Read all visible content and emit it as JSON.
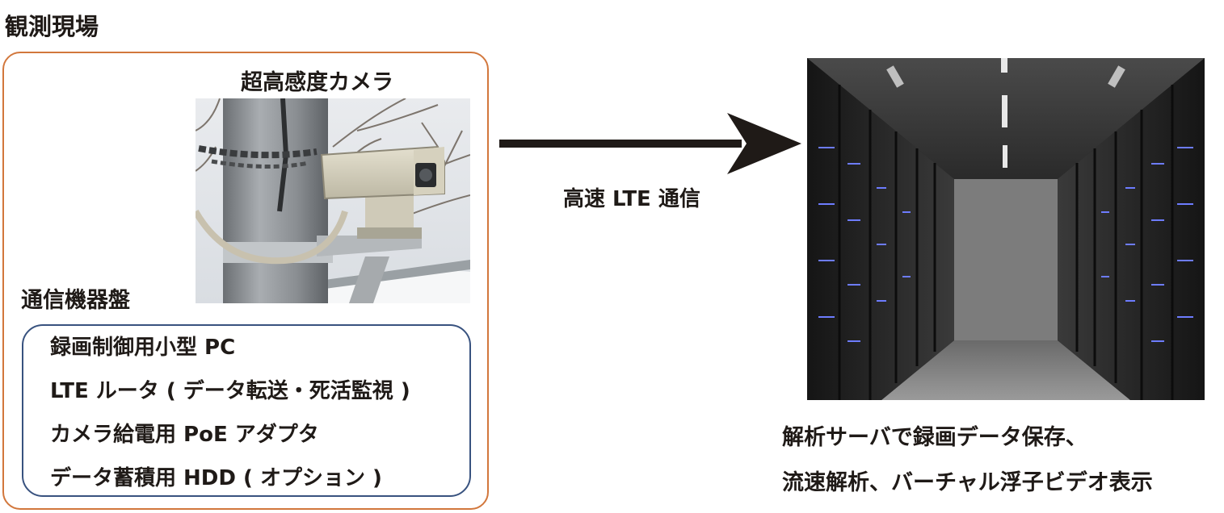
{
  "site": {
    "title": "観測現場",
    "camera_label": "超高感度カメラ",
    "camera_photo_icon": "pole-mounted-camera-photo",
    "panel_label": "通信機器盤",
    "equipment": [
      "録画制御用小型 PC",
      "LTE ルータ ( データ転送・死活監視 )",
      "カメラ給電用 PoE アダプタ",
      "データ蓄積用 HDD ( オプション )"
    ]
  },
  "link": {
    "label": "高速 LTE 通信"
  },
  "server": {
    "photo_icon": "server-room-photo",
    "caption_lines": [
      "解析サーバで録画データ保存、",
      "流速解析、バーチャル浮子ビデオ表示"
    ]
  },
  "colors": {
    "site_border": "#d2773c",
    "equipment_border": "#38527f",
    "arrow": "#1f1a17"
  }
}
